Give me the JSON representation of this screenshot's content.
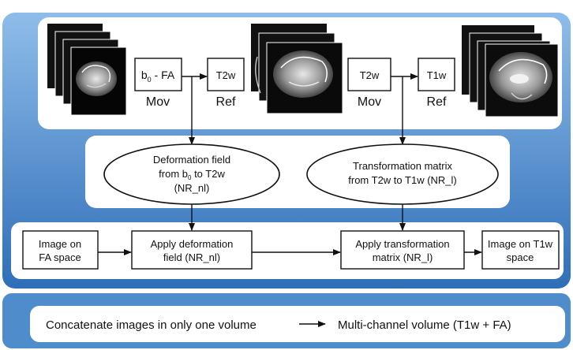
{
  "colors": {
    "panel_blue_light": "#79aee3",
    "panel_blue_dark": "#2f6eb8",
    "panel_white": "#ffffff",
    "stroke": "#111111"
  },
  "top_panel": {
    "group1": {
      "box_text_main": "b",
      "box_text_sub": "0",
      "box_text_rest": " - FA",
      "box_caption": "Mov",
      "ref_box": "T2w",
      "ref_caption": "Ref"
    },
    "group2": {
      "box": "T2w",
      "box_caption": "Mov",
      "ref_box": "T1w",
      "ref_caption": "Ref"
    },
    "images": [
      {
        "name": "mri-sagittal-fa-icon"
      },
      {
        "name": "mri-sagittal-t2w-icon"
      },
      {
        "name": "mri-sagittal-t1w-icon"
      }
    ]
  },
  "middle_panel": {
    "ellipse_left": {
      "line1": "Deformation field",
      "line2_a": "from b",
      "line2_sub": "0",
      "line2_b": " to T2w",
      "line3": "(NR_nl)"
    },
    "ellipse_right": {
      "line1": "Transformation matrix",
      "line2": "from T2w to T1w (NR_l)"
    }
  },
  "bottom_row": {
    "box1": {
      "line1": "Image on",
      "line2": "FA space"
    },
    "box2": {
      "line1": "Apply deformation",
      "line2": "field (NR_nl)"
    },
    "box3": {
      "line1": "Apply transformation",
      "line2": "matrix (NR_l)"
    },
    "box4": {
      "line1": "Image on T1w",
      "line2": "space"
    }
  },
  "footer": {
    "left_text": "Concatenate images in only one volume",
    "right_text": "Multi-channel volume (T1w + FA)"
  }
}
